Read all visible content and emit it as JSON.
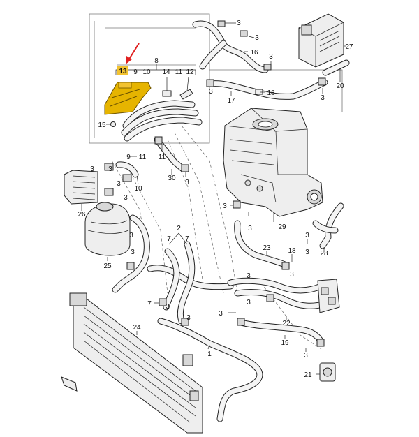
{
  "callouts": {
    "c1": "1",
    "c2": "2",
    "c3": "3",
    "c7": "7",
    "c8": "8",
    "c9": "9",
    "c10": "10",
    "c11": "11",
    "c12": "12",
    "c13": "13",
    "c14": "14",
    "c15": "15",
    "c16": "16",
    "c17": "17",
    "c18": "18",
    "c19": "19",
    "c20": "20",
    "c21": "21",
    "c22": "22",
    "c23": "23",
    "c24": "24",
    "c25": "25",
    "c26": "26",
    "c27": "27",
    "c28": "28",
    "c29": "29",
    "c30": "30"
  },
  "colors": {
    "highlight_part": "#e6b400",
    "highlight_badge": "#f2c230",
    "arrow": "#e02020",
    "line": "#222222"
  }
}
